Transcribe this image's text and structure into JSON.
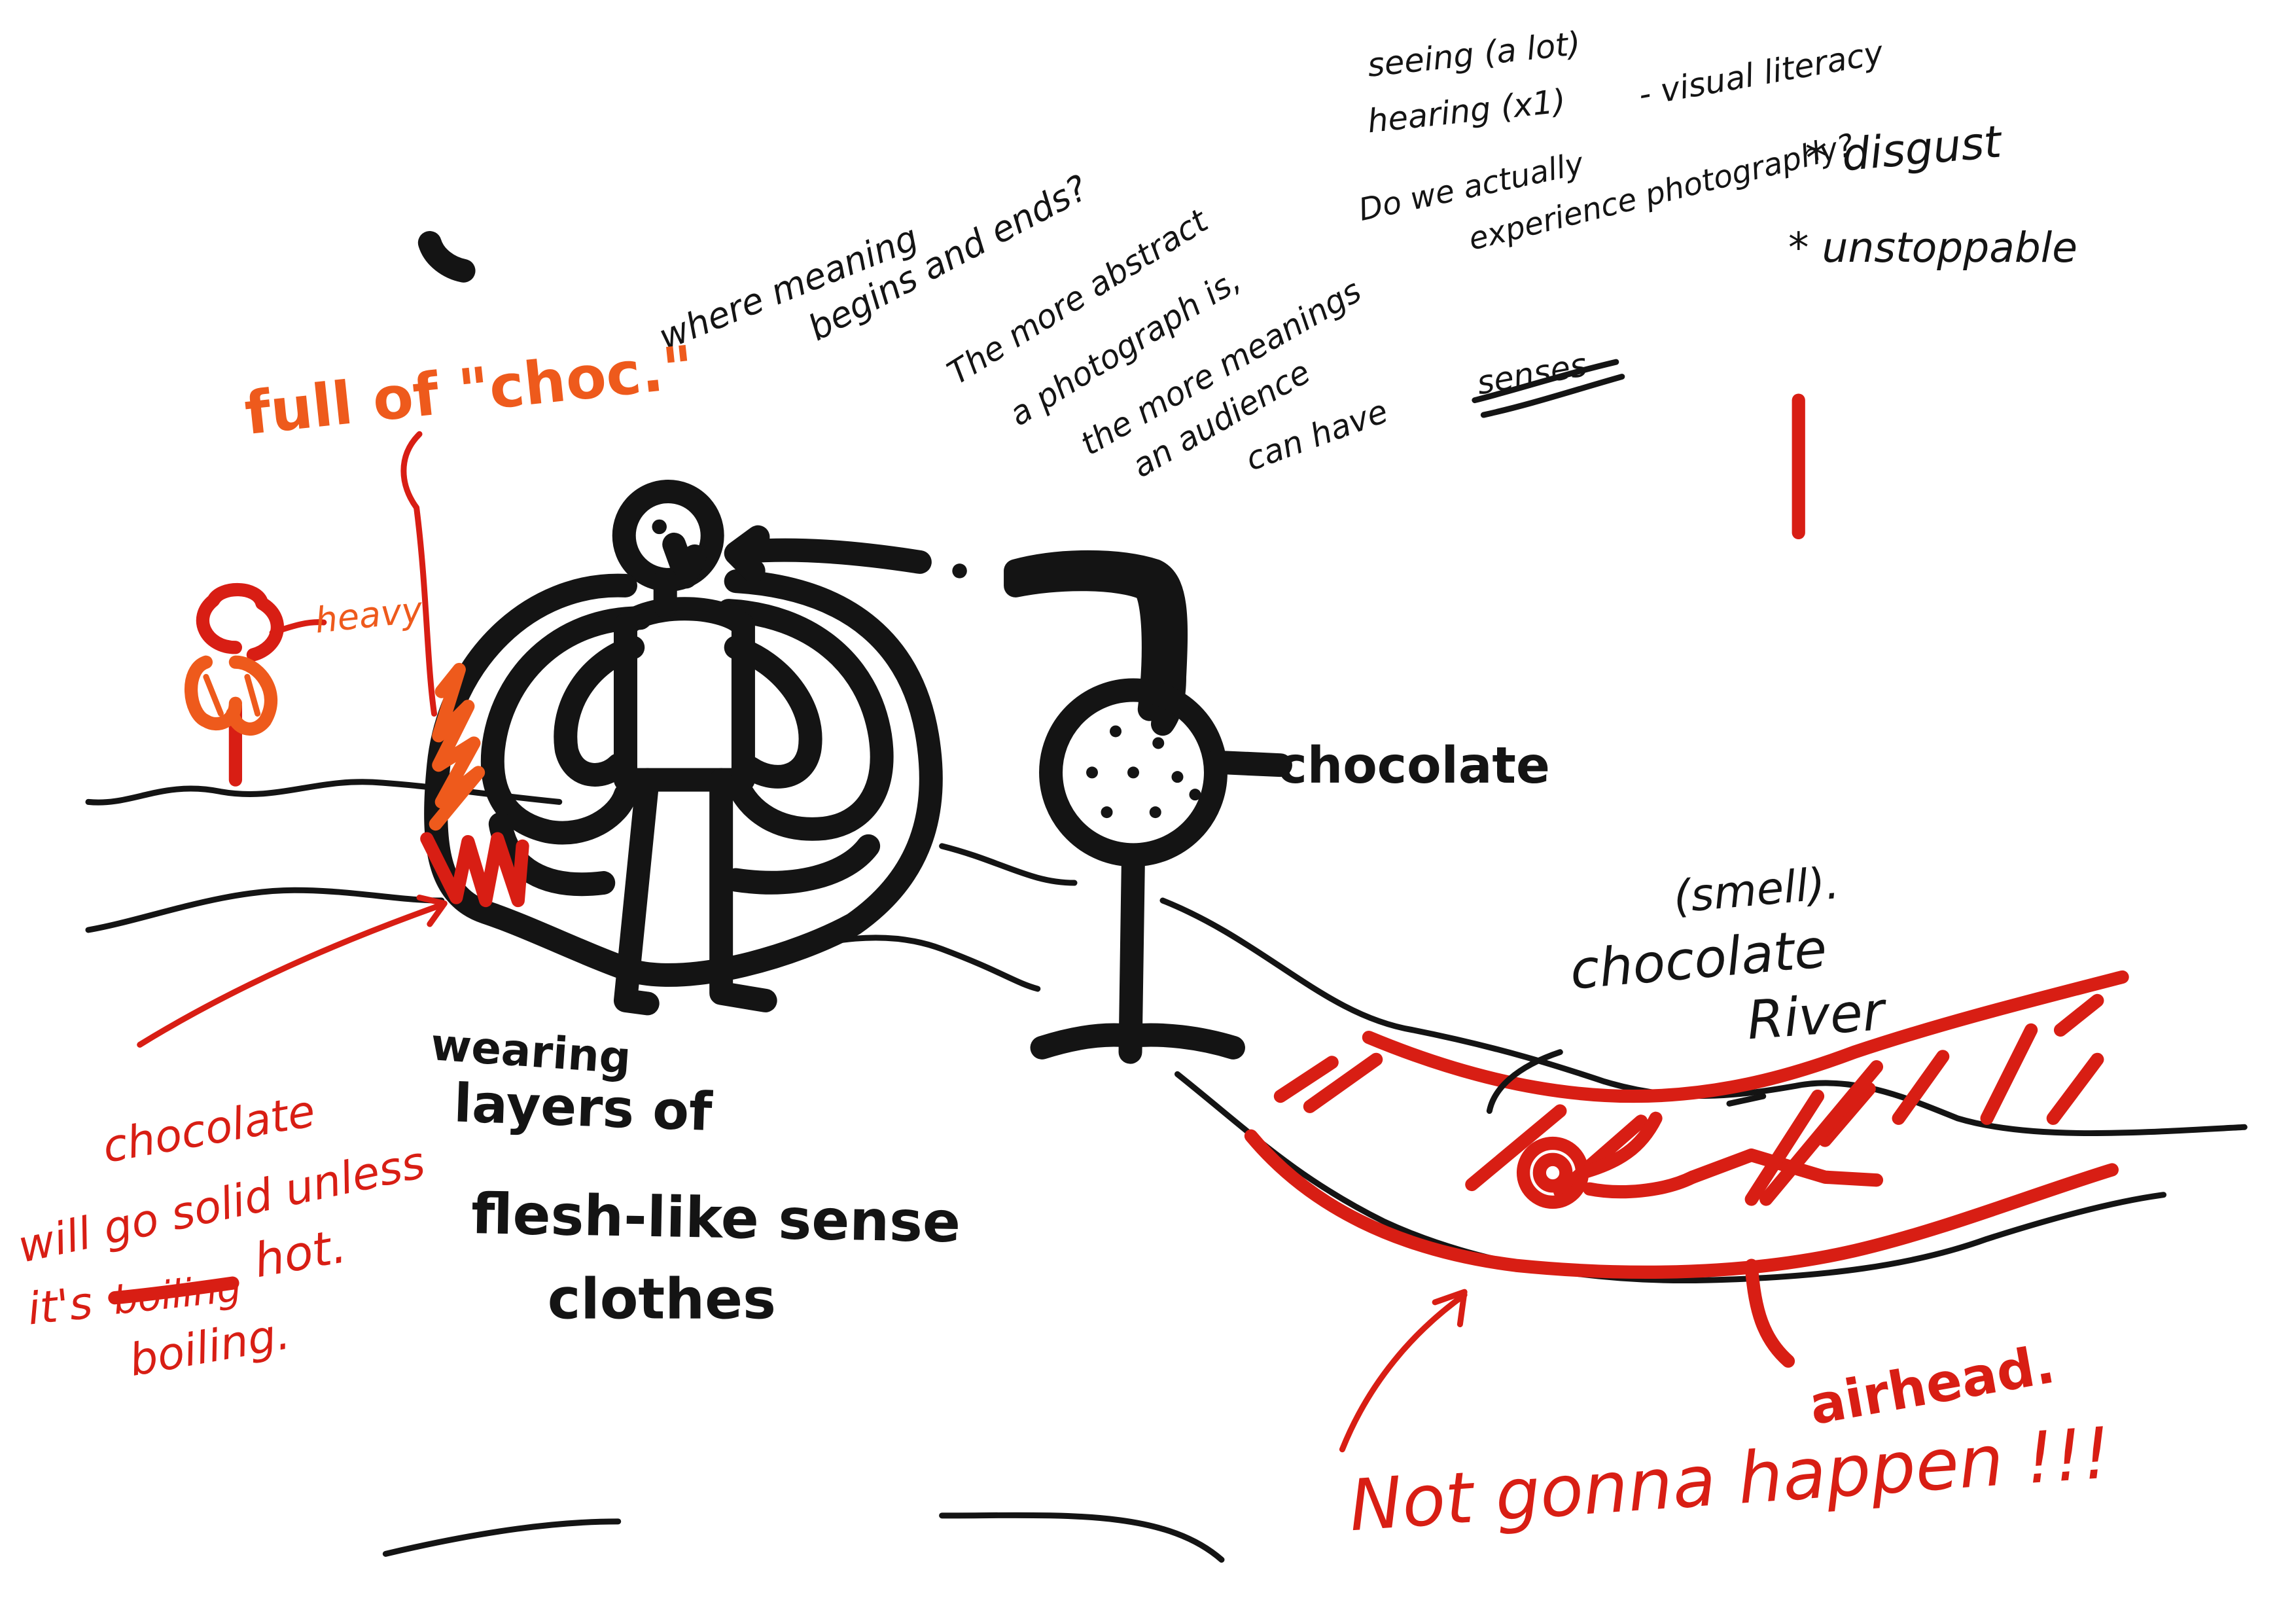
{
  "notes": {
    "where_meaning": "where meaning",
    "begins_and_ends": "begins and ends?",
    "full_of_choc": "full of \"choc.\"",
    "abstract_line1": "The more abstract",
    "abstract_line2": "a photograph is,",
    "abstract_line3": "the more meanings",
    "abstract_line4": "an audience",
    "abstract_line5": "can have",
    "senses": "senses",
    "seeing": "seeing (a lot)",
    "hearing": "hearing (x1)",
    "visual_literacy": "- visual literacy",
    "experience_line1": "Do we actually",
    "experience_line2": "experience photography?",
    "disgust": "* disgust",
    "unstoppable": "* unstoppable",
    "heavy": "heavy",
    "chocolate_label": "chocolate",
    "wearing": "wearing",
    "layers_of": "layers of",
    "flesh_like": "flesh-like sense",
    "clothes": "clothes",
    "solid_line1": "chocolate",
    "solid_line2": "will go solid unless",
    "solid_line3_a": "it's",
    "solid_line3_strike": "boiling",
    "solid_line3_b": "hot.",
    "solid_line4": "boiling.",
    "smell": "(smell).",
    "chocolate_river_1": "chocolate",
    "chocolate_river_2": "River",
    "airhead": "airhead.",
    "not_gonna_happen": "Not gonna happen !!!"
  },
  "colors": {
    "ink": "#141414",
    "red": "#d81e14",
    "orange": "#ee5a1c",
    "paper": "#ffffff"
  }
}
